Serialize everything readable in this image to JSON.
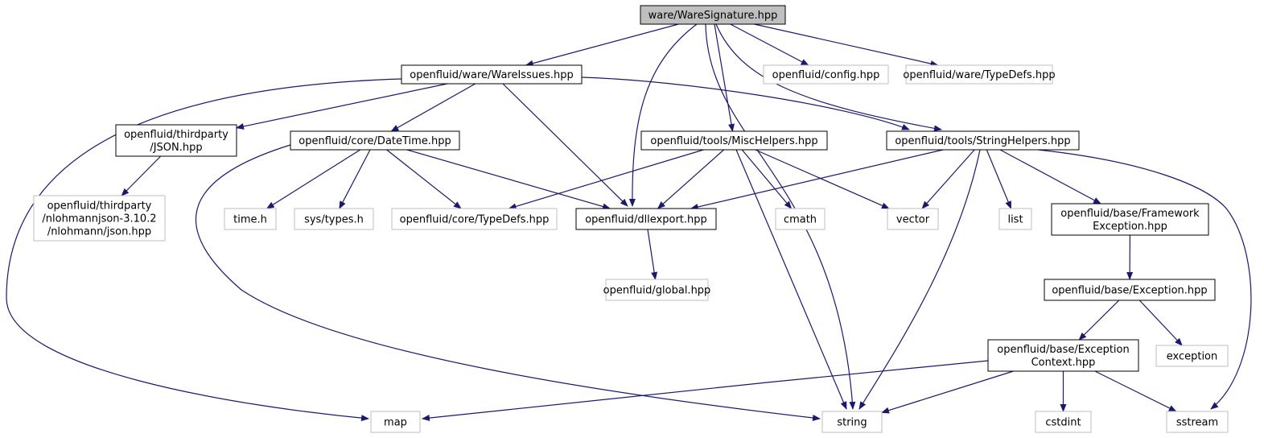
{
  "colors": {
    "edge": "#191970",
    "root_fill": "#bfbfbf",
    "node_border": "#000000",
    "external_border": "#bfbfbf",
    "background": "#ffffff"
  },
  "nodes": [
    {
      "id": "root",
      "lines": [
        "ware/WareSignature.hpp"
      ],
      "kind": "root"
    },
    {
      "id": "wareissues",
      "lines": [
        "openfluid/ware/WareIssues.hpp"
      ],
      "kind": "internal"
    },
    {
      "id": "config",
      "lines": [
        "openfluid/config.hpp"
      ],
      "kind": "external"
    },
    {
      "id": "waretypedefs",
      "lines": [
        "openfluid/ware/TypeDefs.hpp"
      ],
      "kind": "external"
    },
    {
      "id": "jsonhpp",
      "lines": [
        "openfluid/thirdparty",
        "/JSON.hpp"
      ],
      "kind": "internal"
    },
    {
      "id": "datetime",
      "lines": [
        "openfluid/core/DateTime.hpp"
      ],
      "kind": "internal"
    },
    {
      "id": "mischelpers",
      "lines": [
        "openfluid/tools/MiscHelpers.hpp"
      ],
      "kind": "internal"
    },
    {
      "id": "stringhelpers",
      "lines": [
        "openfluid/tools/StringHelpers.hpp"
      ],
      "kind": "internal"
    },
    {
      "id": "nlohmann",
      "lines": [
        "openfluid/thirdparty",
        "/nlohmannjson-3.10.2",
        "/nlohmann/json.hpp"
      ],
      "kind": "external"
    },
    {
      "id": "timeh",
      "lines": [
        "time.h"
      ],
      "kind": "external"
    },
    {
      "id": "systypes",
      "lines": [
        "sys/types.h"
      ],
      "kind": "external"
    },
    {
      "id": "coretypedefs",
      "lines": [
        "openfluid/core/TypeDefs.hpp"
      ],
      "kind": "external"
    },
    {
      "id": "dllexport",
      "lines": [
        "openfluid/dllexport.hpp"
      ],
      "kind": "internal"
    },
    {
      "id": "cmath",
      "lines": [
        "cmath"
      ],
      "kind": "external"
    },
    {
      "id": "vector",
      "lines": [
        "vector"
      ],
      "kind": "external"
    },
    {
      "id": "list",
      "lines": [
        "list"
      ],
      "kind": "external"
    },
    {
      "id": "frameworkexc",
      "lines": [
        "openfluid/base/Framework",
        "Exception.hpp"
      ],
      "kind": "internal"
    },
    {
      "id": "global",
      "lines": [
        "openfluid/global.hpp"
      ],
      "kind": "external"
    },
    {
      "id": "exceptionhpp",
      "lines": [
        "openfluid/base/Exception.hpp"
      ],
      "kind": "internal"
    },
    {
      "id": "exceptionctx",
      "lines": [
        "openfluid/base/Exception",
        "Context.hpp"
      ],
      "kind": "internal"
    },
    {
      "id": "exception",
      "lines": [
        "exception"
      ],
      "kind": "external"
    },
    {
      "id": "map",
      "lines": [
        "map"
      ],
      "kind": "external"
    },
    {
      "id": "string",
      "lines": [
        "string"
      ],
      "kind": "external"
    },
    {
      "id": "cstdint",
      "lines": [
        "cstdint"
      ],
      "kind": "external"
    },
    {
      "id": "sstream",
      "lines": [
        "sstream"
      ],
      "kind": "external"
    }
  ],
  "edges": [
    {
      "from": "root",
      "to": "wareissues"
    },
    {
      "from": "root",
      "to": "dllexport"
    },
    {
      "from": "root",
      "to": "mischelpers"
    },
    {
      "from": "root",
      "to": "string"
    },
    {
      "from": "root",
      "to": "stringhelpers"
    },
    {
      "from": "root",
      "to": "config"
    },
    {
      "from": "root",
      "to": "waretypedefs"
    },
    {
      "from": "wareissues",
      "to": "map"
    },
    {
      "from": "wareissues",
      "to": "jsonhpp"
    },
    {
      "from": "wareissues",
      "to": "datetime"
    },
    {
      "from": "wareissues",
      "to": "dllexport"
    },
    {
      "from": "wareissues",
      "to": "stringhelpers"
    },
    {
      "from": "jsonhpp",
      "to": "nlohmann"
    },
    {
      "from": "datetime",
      "to": "string"
    },
    {
      "from": "datetime",
      "to": "timeh"
    },
    {
      "from": "datetime",
      "to": "systypes"
    },
    {
      "from": "datetime",
      "to": "coretypedefs"
    },
    {
      "from": "datetime",
      "to": "dllexport"
    },
    {
      "from": "mischelpers",
      "to": "coretypedefs"
    },
    {
      "from": "mischelpers",
      "to": "dllexport"
    },
    {
      "from": "mischelpers",
      "to": "string"
    },
    {
      "from": "mischelpers",
      "to": "cmath"
    },
    {
      "from": "mischelpers",
      "to": "vector"
    },
    {
      "from": "stringhelpers",
      "to": "dllexport"
    },
    {
      "from": "stringhelpers",
      "to": "vector"
    },
    {
      "from": "stringhelpers",
      "to": "string"
    },
    {
      "from": "stringhelpers",
      "to": "list"
    },
    {
      "from": "stringhelpers",
      "to": "frameworkexc"
    },
    {
      "from": "stringhelpers",
      "to": "sstream"
    },
    {
      "from": "dllexport",
      "to": "global"
    },
    {
      "from": "frameworkexc",
      "to": "exceptionhpp"
    },
    {
      "from": "exceptionhpp",
      "to": "exceptionctx"
    },
    {
      "from": "exceptionhpp",
      "to": "exception"
    },
    {
      "from": "exceptionctx",
      "to": "map"
    },
    {
      "from": "exceptionctx",
      "to": "string"
    },
    {
      "from": "exceptionctx",
      "to": "cstdint"
    },
    {
      "from": "exceptionctx",
      "to": "sstream"
    }
  ]
}
